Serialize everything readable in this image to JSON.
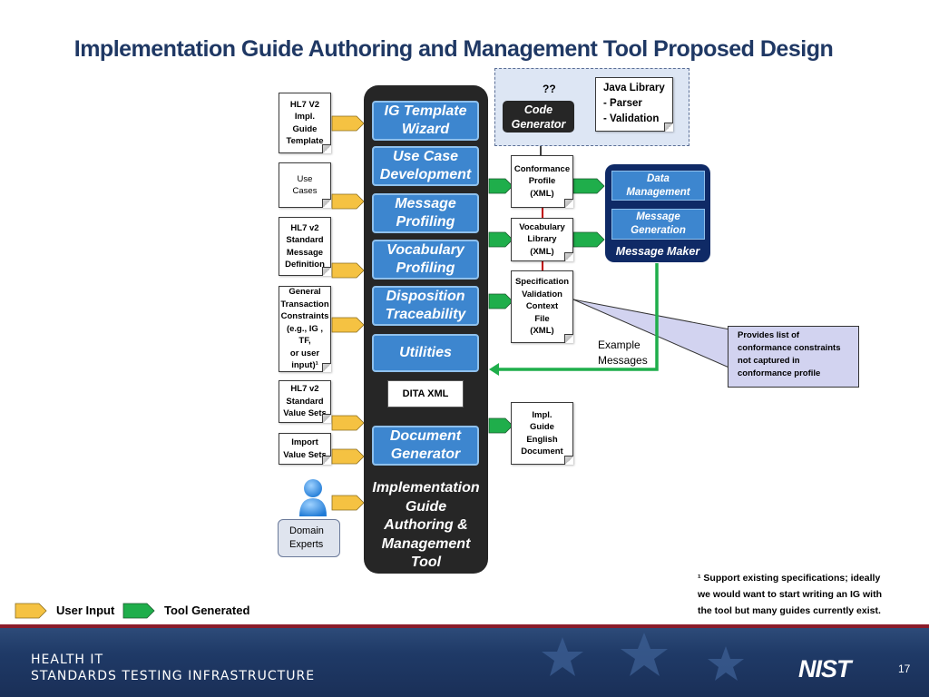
{
  "title": "Implementation Guide Authoring and Management Tool Proposed Design",
  "inputs": [
    "HL7 V2\nImpl.\nGuide\nTemplate",
    "Use\nCases",
    "HL7 v2\nStandard\nMessage\nDefinition",
    "General\nTransaction\nConstraints\n(e.g., IG , TF,\nor user\ninput)¹",
    "HL7 v2\nStandard\nValue Sets",
    "Import\nValue Sets"
  ],
  "domain_experts": "Domain\nExperts",
  "tool_buttons": [
    "IG Template\nWizard",
    "Use Case\nDevelopment",
    "Message\nProfiling",
    "Vocabulary\nProfiling",
    "Disposition\nTraceability",
    "Utilities",
    "Document\nGenerator"
  ],
  "dita_xml": "DITA XML",
  "tool_label": "Implementation\nGuide\nAuthoring &\nManagement\nTool",
  "outputs": [
    "Conformance\nProfile\n(XML)",
    "Vocabulary\nLibrary\n(XML)",
    "Specification\nValidation\nContext\nFile\n(XML)",
    "Impl.\nGuide\nEnglish\nDocument"
  ],
  "code_gen": {
    "question": "??",
    "label": "Code\nGenerator",
    "java_library": "Java Library\n- Parser\n- Validation"
  },
  "message_maker": {
    "data_management": "Data\nManagement",
    "message_generation": "Message\nGeneration",
    "label": "Message Maker"
  },
  "example_messages": "Example\nMessages",
  "note": "Provides list of\nconformance constraints\nnot captured in\nconformance profile",
  "footnote": "¹ Support existing specifications; ideally\nwe would want to start writing an IG with\nthe tool but many guides currently exist.",
  "legend": {
    "user_input": "User Input",
    "tool_generated": "Tool Generated"
  },
  "colors": {
    "user_input": "#f5c242",
    "tool_generated": "#1fae4b",
    "tool_blue": "#3d86cf",
    "panel": "#262626"
  },
  "footer": {
    "org": "HEALTH IT\nSTANDARDS TESTING INFRASTRUCTURE",
    "logo": "NIST",
    "page": "17"
  }
}
